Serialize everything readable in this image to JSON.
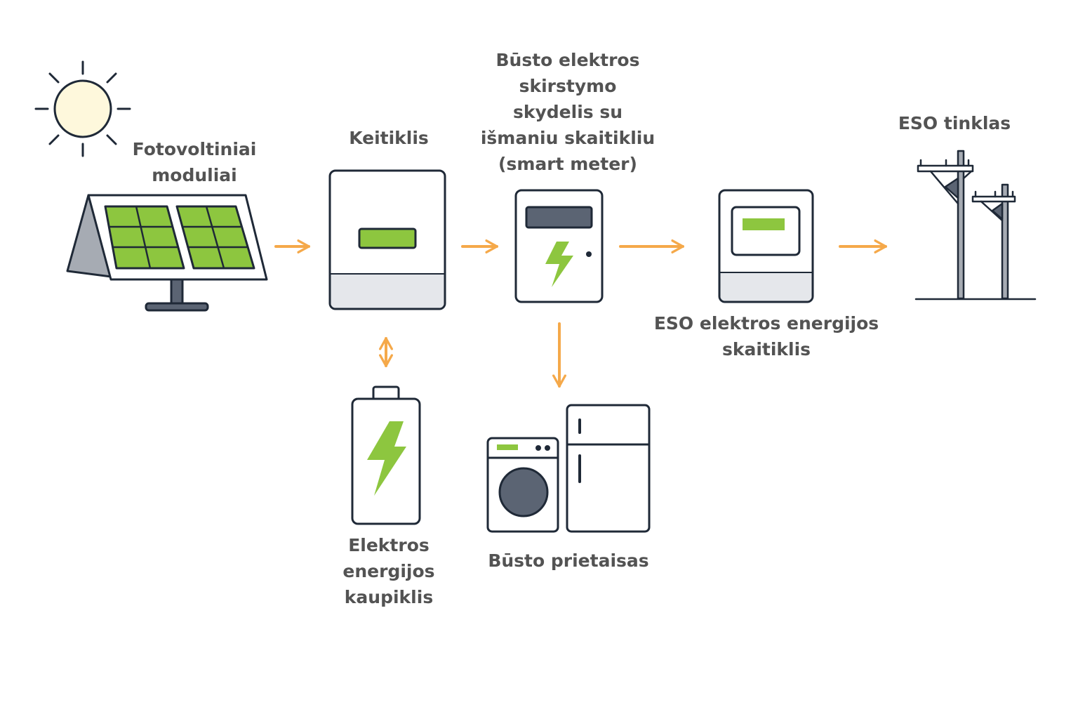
{
  "labels": {
    "pv": [
      "Fotovoltiniai",
      "moduliai"
    ],
    "inverter": [
      "Keitiklis"
    ],
    "panel": [
      "Būsto elektros",
      "skirstymo",
      "skydelis su",
      "išmaniu skaitikliu",
      "(smart meter)"
    ],
    "grid": [
      "ESO tinklas"
    ],
    "eso_meter": [
      "ESO elektros energijos",
      "skaitiklis"
    ],
    "battery": [
      "Elektros",
      "energijos",
      "kaupiklis"
    ],
    "appliance": [
      "Būsto prietaisas"
    ]
  },
  "colors": {
    "outline": "#1f2937",
    "accent_green": "#8dc63f",
    "arrow_orange": "#f5a94a",
    "sun_fill": "#fef8dc",
    "text": "#535353",
    "screen_dark": "#5b6473",
    "light_gray": "#e5e7eb",
    "frame_gray": "#a6abb3"
  },
  "icons": [
    "sun-icon",
    "solar-panel-icon",
    "inverter-icon",
    "smart-meter-panel-icon",
    "eso-meter-icon",
    "power-pole-icon",
    "battery-icon",
    "washing-machine-icon",
    "refrigerator-icon"
  ]
}
